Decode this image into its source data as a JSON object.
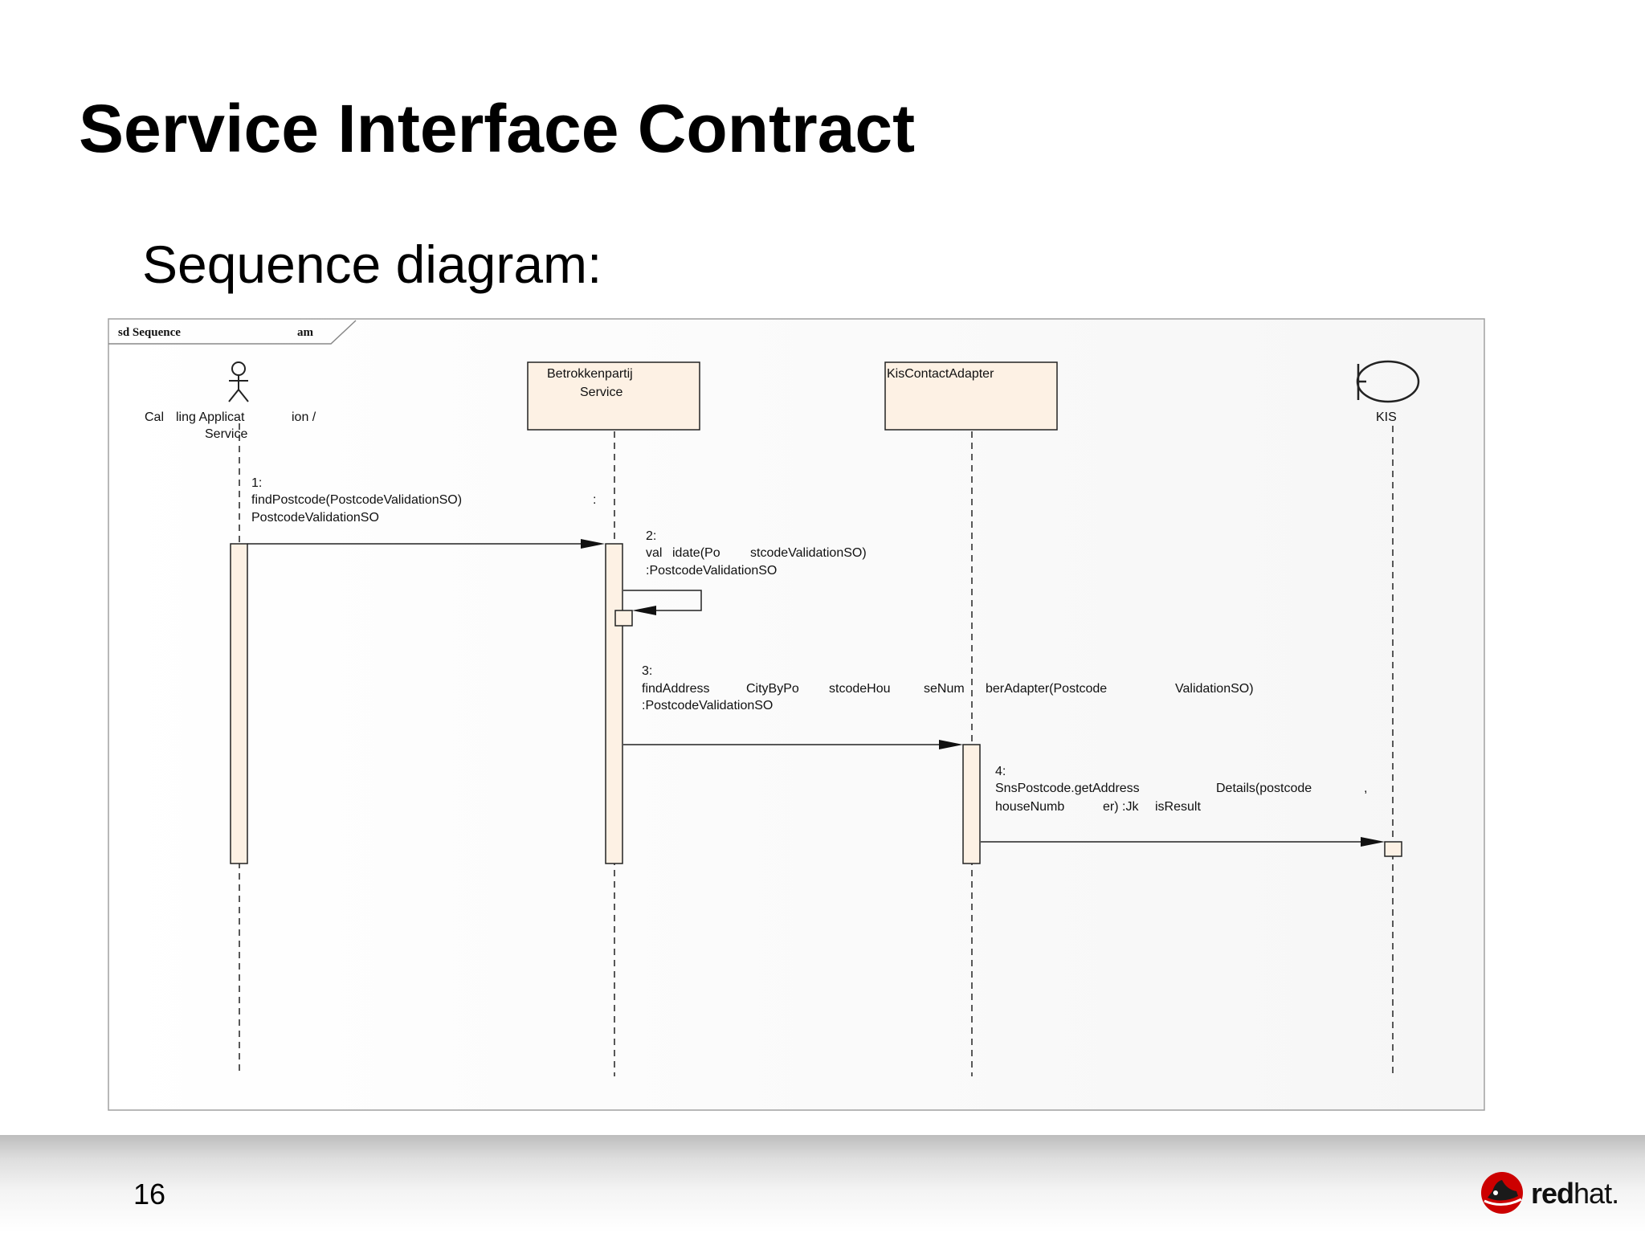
{
  "slide": {
    "title": "Service Interface Contract",
    "subtitle": "Sequence diagram:",
    "page_number": "16"
  },
  "diagram": {
    "frame_label_left": "sd Sequence",
    "frame_label_right": "am",
    "lifelines": {
      "caller": {
        "line1_a": "Cal",
        "line1_b": "ling Applicat",
        "line1_c": "ion /",
        "line2": "Service",
        "shape": "actor"
      },
      "betrokkenpartij": {
        "line1": "Betrokkenpartij",
        "line2": "Service",
        "shape": "box"
      },
      "kiscontactadapter": {
        "line1": "KisContactAdapter",
        "shape": "box"
      },
      "kis": {
        "label": "KIS",
        "shape": "boundary"
      }
    },
    "messages": [
      {
        "line1": "1:",
        "line2": "findPostcode(PostcodeValidationSO)",
        "line2_tail": ":",
        "line3": "PostcodeValidationSO"
      },
      {
        "line1": "2:",
        "line2_a": "val",
        "line2_b": "idate(Po",
        "line2_c": "stcodeValidationSO)",
        "line3": ":PostcodeValidationSO"
      },
      {
        "line1": "3:",
        "line2_a": "findAddress",
        "line2_b": "CityByPo",
        "line2_c": "stcodeHou",
        "line2_d": "seNum",
        "line2_e": "berAdapter(Postcode",
        "line2_f": "ValidationSO)",
        "line3": ":PostcodeValidationSO"
      },
      {
        "line1": "4:",
        "line2_a": "SnsPostcode.getAddress",
        "line2_b": "Details(postcode",
        "line2_c": ",",
        "line3_a": "houseNumb",
        "line3_b": "er) :Jk",
        "line3_c": "isResult"
      }
    ],
    "colors": {
      "activation_fill": "#fdf1e4",
      "box_fill": "#fdf1e4",
      "frame_border": "#a0a0a0",
      "line": "#222222"
    }
  },
  "logo": {
    "brand_bold": "red",
    "brand_light": "hat.",
    "icon": "redhat-shadowman-icon",
    "brand_color": "#cc0000"
  }
}
